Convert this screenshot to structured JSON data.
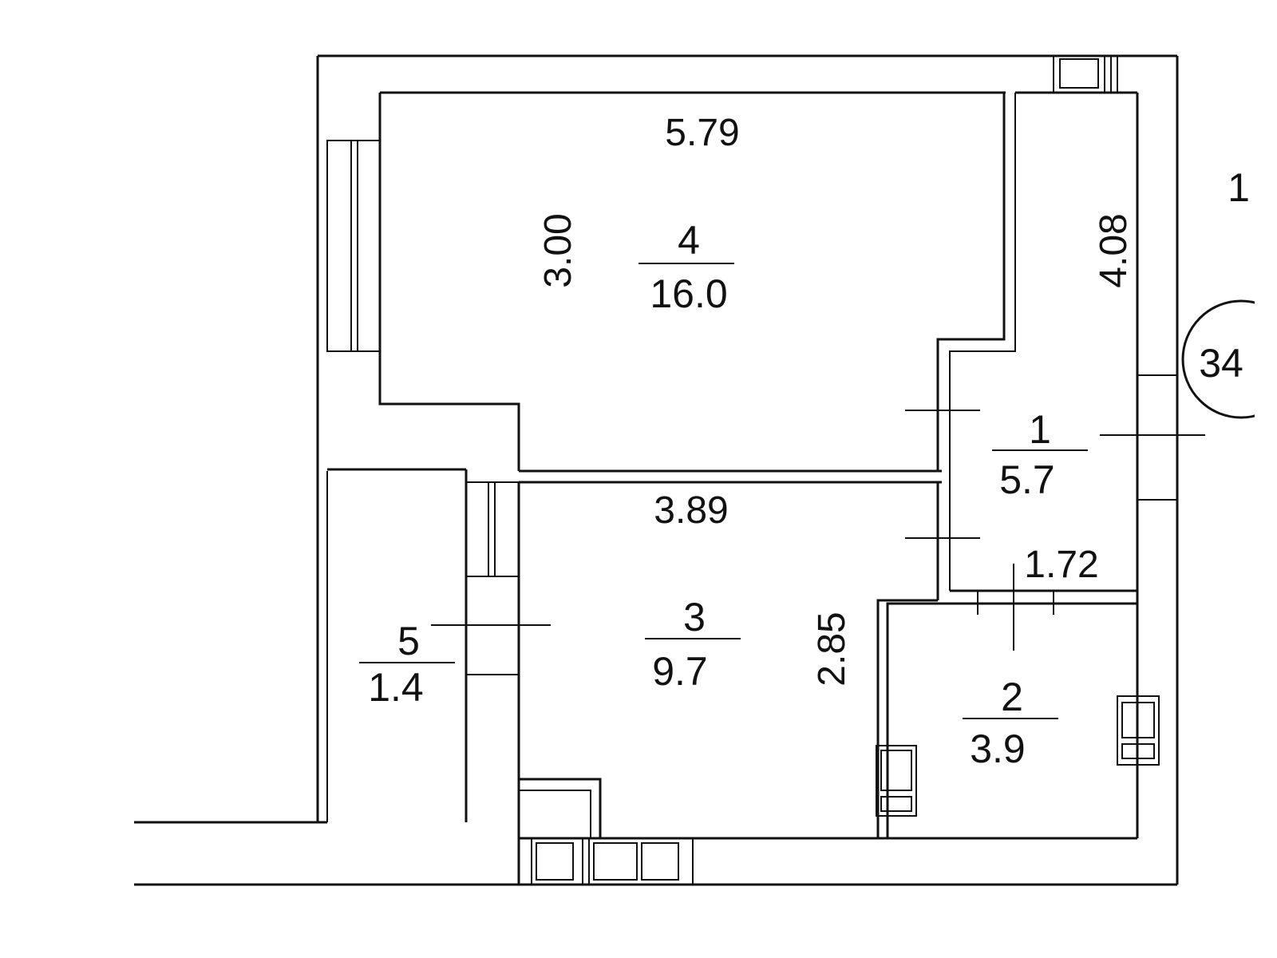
{
  "colors": {
    "line": "#111111",
    "background": "#ffffff"
  },
  "rooms": [
    {
      "number": "4",
      "area": "16.0"
    },
    {
      "number": "3",
      "area": "9.7"
    },
    {
      "number": "1",
      "area": "5.7"
    },
    {
      "number": "2",
      "area": "3.9"
    },
    {
      "number": "5",
      "area": "1.4"
    }
  ],
  "dimensions": {
    "room4_width": "5.79",
    "room4_depth": "3.00",
    "room1_depth": "4.08",
    "room3_width": "3.89",
    "room3_depth": "2.85",
    "room2_width": "1.72"
  },
  "labels": {
    "floor_mark": "1",
    "axis_marker": "34"
  }
}
